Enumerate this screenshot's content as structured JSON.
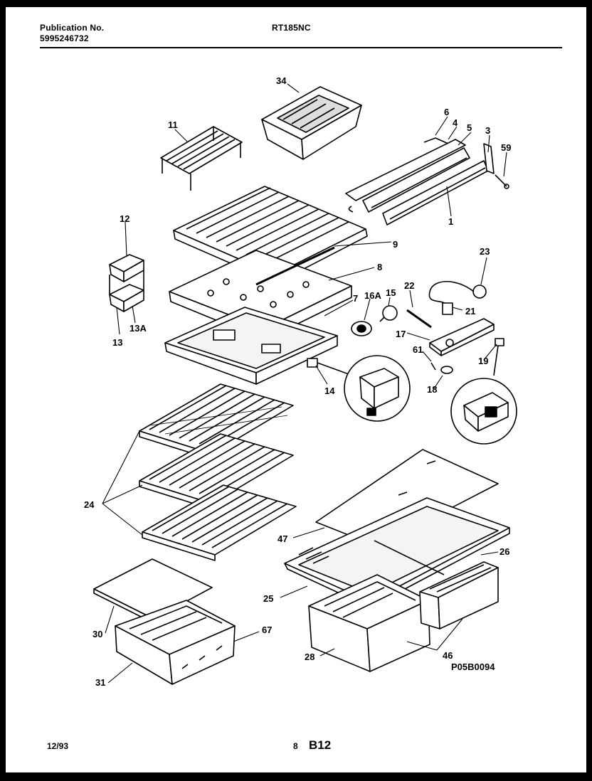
{
  "header": {
    "publication_label": "Publication No.",
    "publication_number": "5995246732",
    "model": "RT185NC"
  },
  "diagram_code": "P05B0094",
  "footer": {
    "date": "12/93",
    "page_number": "8",
    "page_code": "B12"
  },
  "callouts": [
    "34",
    "11",
    "6",
    "4",
    "5",
    "3",
    "59",
    "1",
    "12",
    "9",
    "8",
    "23",
    "13A",
    "13",
    "7",
    "16A",
    "15",
    "22",
    "21",
    "17",
    "61",
    "19",
    "14",
    "18",
    "24",
    "47",
    "26",
    "25",
    "30",
    "67",
    "31",
    "28",
    "46"
  ]
}
